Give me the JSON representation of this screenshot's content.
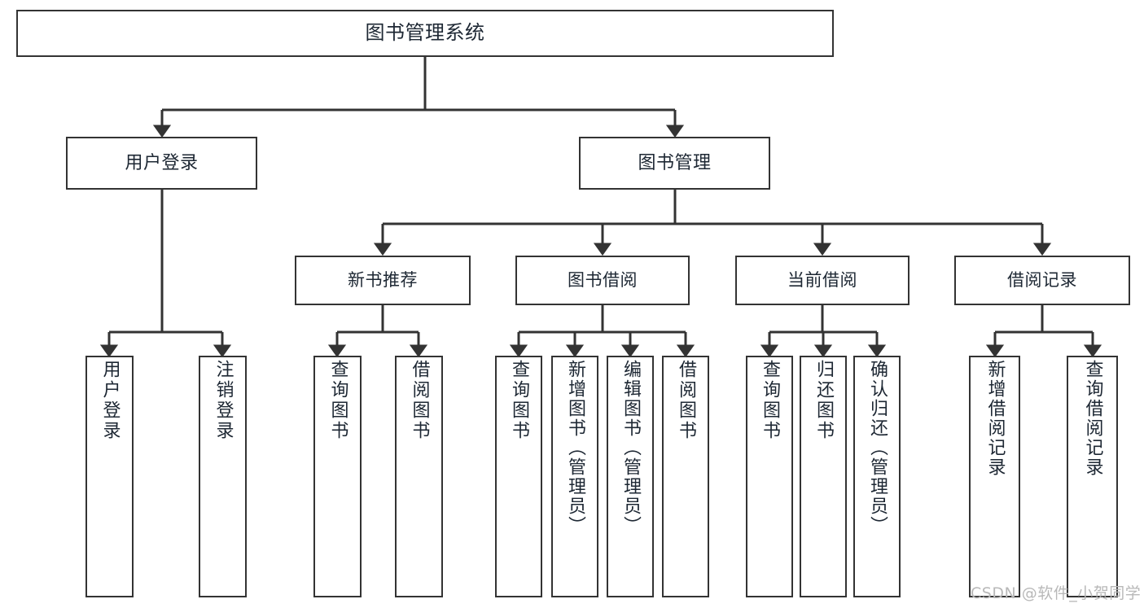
{
  "diagram": {
    "title": "图书管理系统",
    "type": "tree-hierarchy-diagram",
    "colors": {
      "box_border": "#333333",
      "box_fill": "#ffffff",
      "text": "#1d2733",
      "connector": "#333333",
      "watermark": "#b8b8b8",
      "background": "#ffffff"
    },
    "root": {
      "label": "图书管理系统"
    },
    "tier2": [
      {
        "label": "用户登录"
      },
      {
        "label": "图书管理"
      }
    ],
    "tier3": [
      {
        "label": "新书推荐"
      },
      {
        "label": "图书借阅"
      },
      {
        "label": "当前借阅"
      },
      {
        "label": "借阅记录"
      }
    ],
    "leaves": {
      "user_login": [
        {
          "label": "用户登录"
        },
        {
          "label": "注销登录"
        }
      ],
      "new_book_recommend": [
        {
          "label": "查询图书"
        },
        {
          "label": "借阅图书"
        }
      ],
      "book_borrow": [
        {
          "label": "查询图书"
        },
        {
          "label": "新增图书（管理员）"
        },
        {
          "label": "编辑图书（管理员）"
        },
        {
          "label": "借阅图书"
        }
      ],
      "current_borrow": [
        {
          "label": "查询图书"
        },
        {
          "label": "归还图书"
        },
        {
          "label": "确认归还（管理员）"
        }
      ],
      "borrow_record": [
        {
          "label": "新增借阅记录"
        },
        {
          "label": "查询借阅记录"
        }
      ]
    },
    "watermark": "CSDN @软件_小贺同学"
  }
}
